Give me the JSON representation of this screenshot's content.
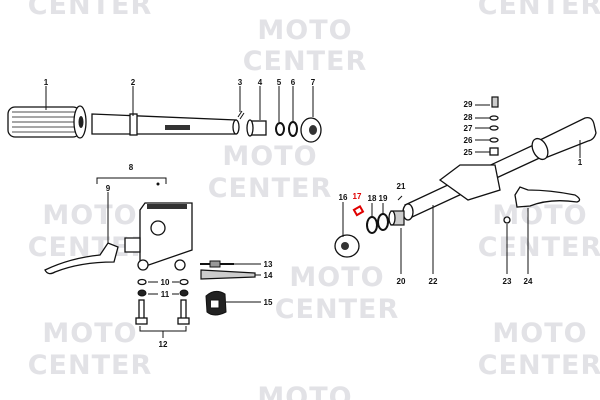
{
  "watermark": {
    "line1": "MOTO",
    "line2": "CENTER"
  },
  "callouts": {
    "p1": "1",
    "p1b": "1",
    "p2": "2",
    "p3": "3",
    "p4": "4",
    "p5": "5",
    "p6": "6",
    "p7": "7",
    "p8": "8",
    "p9": "9",
    "p10": "10",
    "p11": "11",
    "p12": "12",
    "p13": "13",
    "p14": "14",
    "p15": "15",
    "p16": "16",
    "p17": "17",
    "p18": "18",
    "p19": "19",
    "p20": "20",
    "p21": "21",
    "p22": "22",
    "p23": "23",
    "p24": "24",
    "p25": "25",
    "p26": "26",
    "p27": "27",
    "p28": "28",
    "p29": "29"
  },
  "highlight_color": "#e00000"
}
